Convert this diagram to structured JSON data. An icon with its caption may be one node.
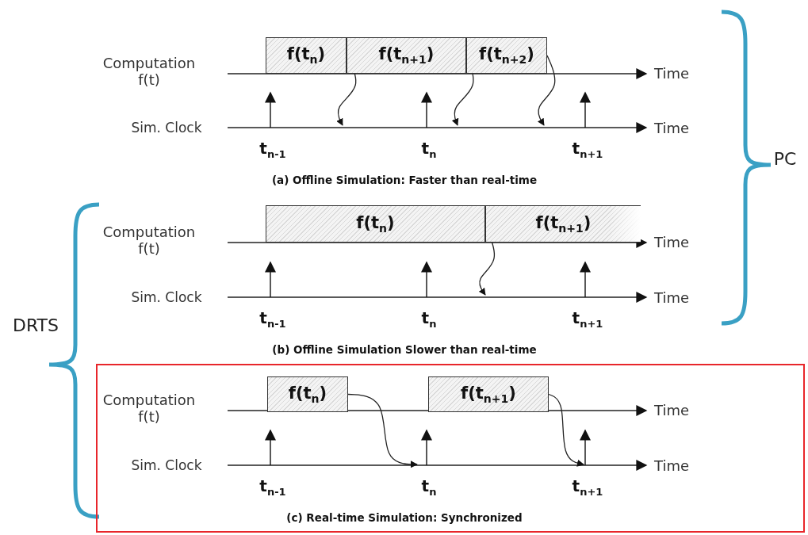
{
  "diagram": {
    "nodes": [
      {
        "text": [
          "f(t$_{n}$)"
        ]
      },
      {
        "text": [
          "f(t$_{n+1}$)"
        ]
      },
      {
        "text": [
          "f(t$_{n+2}$)"
        ]
      },
      {
        "text": [
          "f(t$_{n}$)"
        ]
      },
      {
        "text": [
          "f(t$_{n+1}$)"
        ]
      },
      {
        "text": [],
        "shape": "box"
      },
      {
        "text": [
          "f(t$_{n}$)"
        ],
        "in": 5
      },
      {
        "text": [
          "f(t$_{n+1}$)"
        ],
        "in": 5
      }
    ],
    "edges": [
      {
        "from": 0,
        "to": null,
        "arrow": "to"
      },
      {
        "from": 1,
        "to": null,
        "arrow": "to"
      },
      {
        "from": 2,
        "to": null,
        "arrow": "to"
      },
      {
        "from": 3,
        "to": null,
        "arrow": "to"
      },
      {
        "from": 6,
        "to": null,
        "arrow": "to"
      },
      {
        "from": 7,
        "to": null,
        "arrow": "to"
      }
    ],
    "labels": [
      "Computation f(t)",
      "Time",
      "Sim. Clock",
      "Time",
      "t$_{n-1}$",
      "t$_{n}$",
      "t$_{n+1}$",
      "(a) Offline Simulation: Faster than real-time",
      "PC",
      "Computation f(t)",
      "Time",
      "Sim. Clock",
      "Time",
      "t$_{n-1}$",
      "t$_{n}$",
      "t$_{n+1}$",
      "(b) Offline Simulation Slower than real-time",
      "DRTS",
      "Computation f(t)",
      "Time",
      "Sim. Clock",
      "Time",
      "t$_{n-1}$",
      "t$_{n}$",
      "t$_{n+1}$",
      "(c) Real-time Simulation: Synchronized"
    ]
  }
}
